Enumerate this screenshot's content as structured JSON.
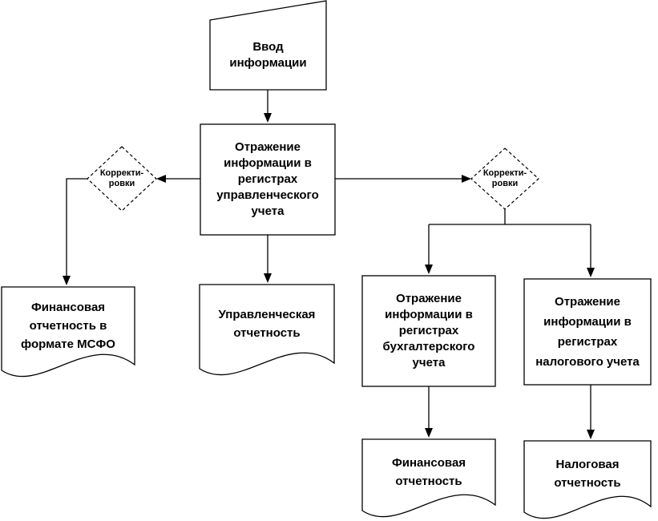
{
  "diagram": {
    "background_color": "#ffffff",
    "line_color": "#000000",
    "nodes": {
      "input": {
        "shape": "manual-input",
        "label": "Ввод\nинформации"
      },
      "management_registers": {
        "shape": "process",
        "label": "Отражение\nинформации в\nрегистрах\nуправленческого\nучета"
      },
      "adjustments_left": {
        "shape": "decision-dashed",
        "label": "Корректи-\nровки"
      },
      "adjustments_right": {
        "shape": "decision-dashed",
        "label": "Корректи-\nровки"
      },
      "ifrs_reporting": {
        "shape": "document",
        "label": "Финансовая\nотчетность в\nформате МСФО"
      },
      "management_reporting": {
        "shape": "document",
        "label": "Управленческая\nотчетность"
      },
      "accounting_registers": {
        "shape": "process",
        "label": "Отражение\nинформации в\nрегистрах\nбухгалтерского\nучета"
      },
      "tax_registers": {
        "shape": "process",
        "label": "Отражение\nинформации в\nрегистрах\nналогового учета"
      },
      "financial_reporting": {
        "shape": "document",
        "label": "Финансовая\nотчетность"
      },
      "tax_reporting": {
        "shape": "document",
        "label": "Налоговая\nотчетность"
      }
    },
    "edges": [
      {
        "from": "input",
        "to": "management_registers",
        "arrow": true
      },
      {
        "from": "management_registers",
        "to": "adjustments_left",
        "arrow": true
      },
      {
        "from": "adjustments_left",
        "to": "ifrs_reporting",
        "arrow": true
      },
      {
        "from": "management_registers",
        "to": "management_reporting",
        "arrow": true
      },
      {
        "from": "management_registers",
        "to": "adjustments_right",
        "arrow": true
      },
      {
        "from": "adjustments_right",
        "to": "accounting_registers",
        "arrow": true
      },
      {
        "from": "adjustments_right",
        "to": "tax_registers",
        "arrow": true
      },
      {
        "from": "accounting_registers",
        "to": "financial_reporting",
        "arrow": true
      },
      {
        "from": "tax_registers",
        "to": "tax_reporting",
        "arrow": true
      }
    ]
  }
}
